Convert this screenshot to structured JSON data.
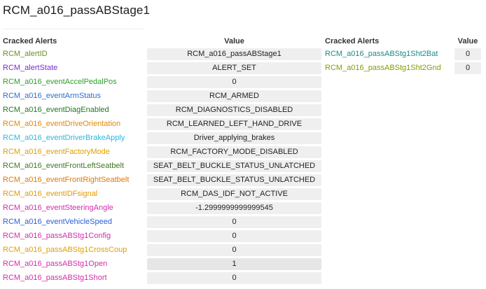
{
  "page": {
    "title": "RCM_a016_passABStage1"
  },
  "left_table": {
    "col_alert": "Cracked Alerts",
    "col_value": "Value",
    "rows": [
      {
        "name": "RCM_alertID",
        "value": "RCM_a016_passABStage1",
        "color": "#6b8e23"
      },
      {
        "name": "RCM_alertState",
        "value": "ALERT_SET",
        "color": "#7a2fcc"
      },
      {
        "name": "RCM_a016_eventAccelPedalPos",
        "value": "0",
        "color": "#2e9e2e"
      },
      {
        "name": "RCM_a016_eventArmStatus",
        "value": "RCM_ARMED",
        "color": "#2b6fd4"
      },
      {
        "name": "RCM_a016_eventDiagEnabled",
        "value": "RCM_DIAGNOSTICS_DISABLED",
        "color": "#1f7a1f"
      },
      {
        "name": "RCM_a016_eventDriveOrientation",
        "value": "RCM_LEARNED_LEFT_HAND_DRIVE",
        "color": "#e08a00"
      },
      {
        "name": "RCM_a016_eventDriverBrakeApply",
        "value": "Driver_applying_brakes",
        "color": "#2bb7e0"
      },
      {
        "name": "RCM_a016_eventFactoryMode",
        "value": "RCM_FACTORY_MODE_DISABLED",
        "color": "#e0a000"
      },
      {
        "name": "RCM_a016_eventFrontLeftSeatbelt",
        "value": "SEAT_BELT_BUCKLE_STATUS_UNLATCHED",
        "color": "#3d7a1f"
      },
      {
        "name": "RCM_a016_eventFrontRightSeatbelt",
        "value": "SEAT_BELT_BUCKLE_STATUS_UNLATCHED",
        "color": "#e07a00"
      },
      {
        "name": "RCM_a016_eventIDFsignal",
        "value": "RCM_DAS_IDF_NOT_ACTIVE",
        "color": "#e09a00"
      },
      {
        "name": "RCM_a016_eventSteeringAngle",
        "value": "-1.2999999999999545",
        "color": "#d62bb0"
      },
      {
        "name": "RCM_a016_eventVehicleSpeed",
        "value": "0",
        "color": "#2b5fd4"
      },
      {
        "name": "RCM_a016_passABStg1Config",
        "value": "0",
        "color": "#d62bb0"
      },
      {
        "name": "RCM_a016_passABStg1CrossCoup",
        "value": "0",
        "color": "#e0a000"
      },
      {
        "name": "RCM_a016_passABStg1Open",
        "value": "1",
        "color": "#d62bb0"
      },
      {
        "name": "RCM_a016_passABStg1Short",
        "value": "0",
        "color": "#d62bb0"
      }
    ]
  },
  "right_table": {
    "col_alert": "Cracked Alerts",
    "col_value": "Value",
    "rows": [
      {
        "name": "RCM_a016_passABStg1Sht2Bat",
        "value": "0",
        "color": "#1a8a8a"
      },
      {
        "name": "RCM_a016_passABStg1Sht2Gnd",
        "value": "0",
        "color": "#8a9a00"
      }
    ]
  }
}
